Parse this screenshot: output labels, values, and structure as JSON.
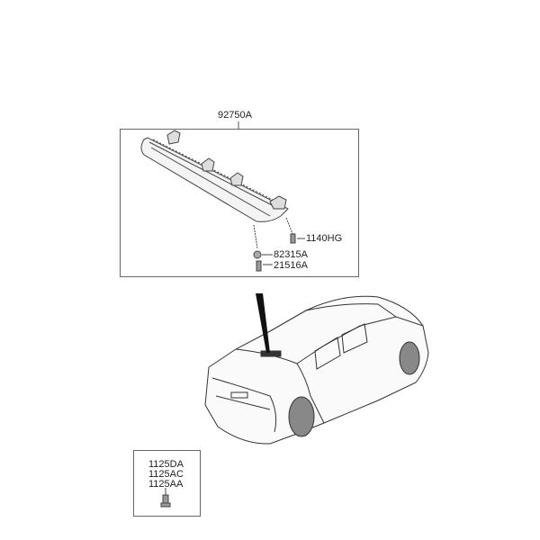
{
  "assembly": {
    "part_number": "92750A"
  },
  "callouts": [
    {
      "part_number": "1140HG"
    },
    {
      "part_number": "82315A"
    },
    {
      "part_number": "21516A"
    }
  ],
  "fastener_box": {
    "part_numbers": [
      "1125DA",
      "1125AC",
      "1125AA"
    ]
  }
}
